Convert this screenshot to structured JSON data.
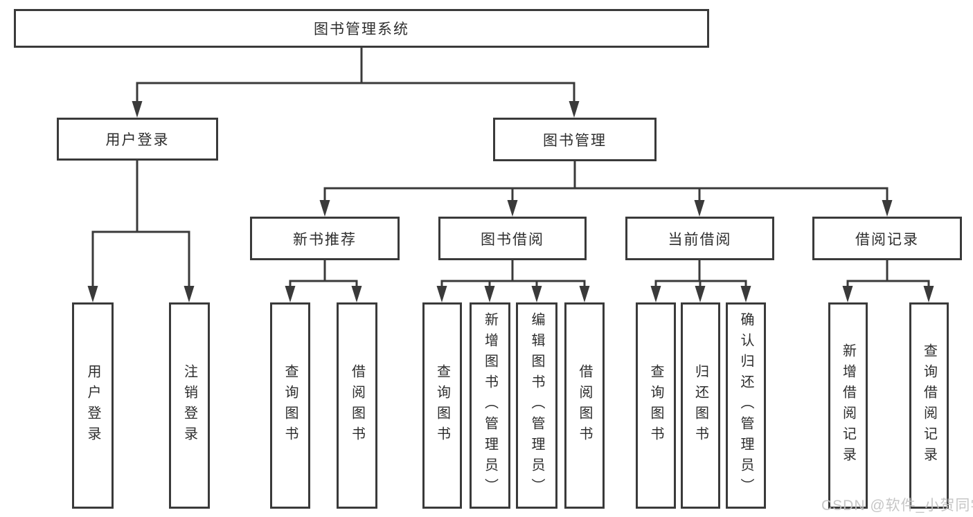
{
  "diagram": {
    "root": "图书管理系统",
    "level2": {
      "user_login": "用户登录",
      "book_management": "图书管理"
    },
    "level3": {
      "new_book_rec": "新书推荐",
      "book_borrow": "图书借阅",
      "current_borrow": "当前借阅",
      "borrow_records": "借阅记录"
    },
    "leaves": {
      "user_login": "用户登录",
      "logout": "注销登录",
      "rec_query_books": "查询图书",
      "rec_borrow_books": "借阅图书",
      "bb_query_books": "查询图书",
      "bb_add_books_admin": "新增图书（管理员）",
      "bb_edit_books_admin": "编辑图书（管理员）",
      "bb_borrow_books": "借阅图书",
      "cb_query_books": "查询图书",
      "cb_return_books": "归还图书",
      "cb_confirm_return_admin": "确认归还（管理员）",
      "br_add_record": "新增借阅记录",
      "br_query_record": "查询借阅记录"
    },
    "colors": {
      "line": "#3a3a3a",
      "text": "#2d2d2d",
      "watermark": "#c3c3c3"
    }
  },
  "watermark": "CSDN @软件_小贺同学"
}
